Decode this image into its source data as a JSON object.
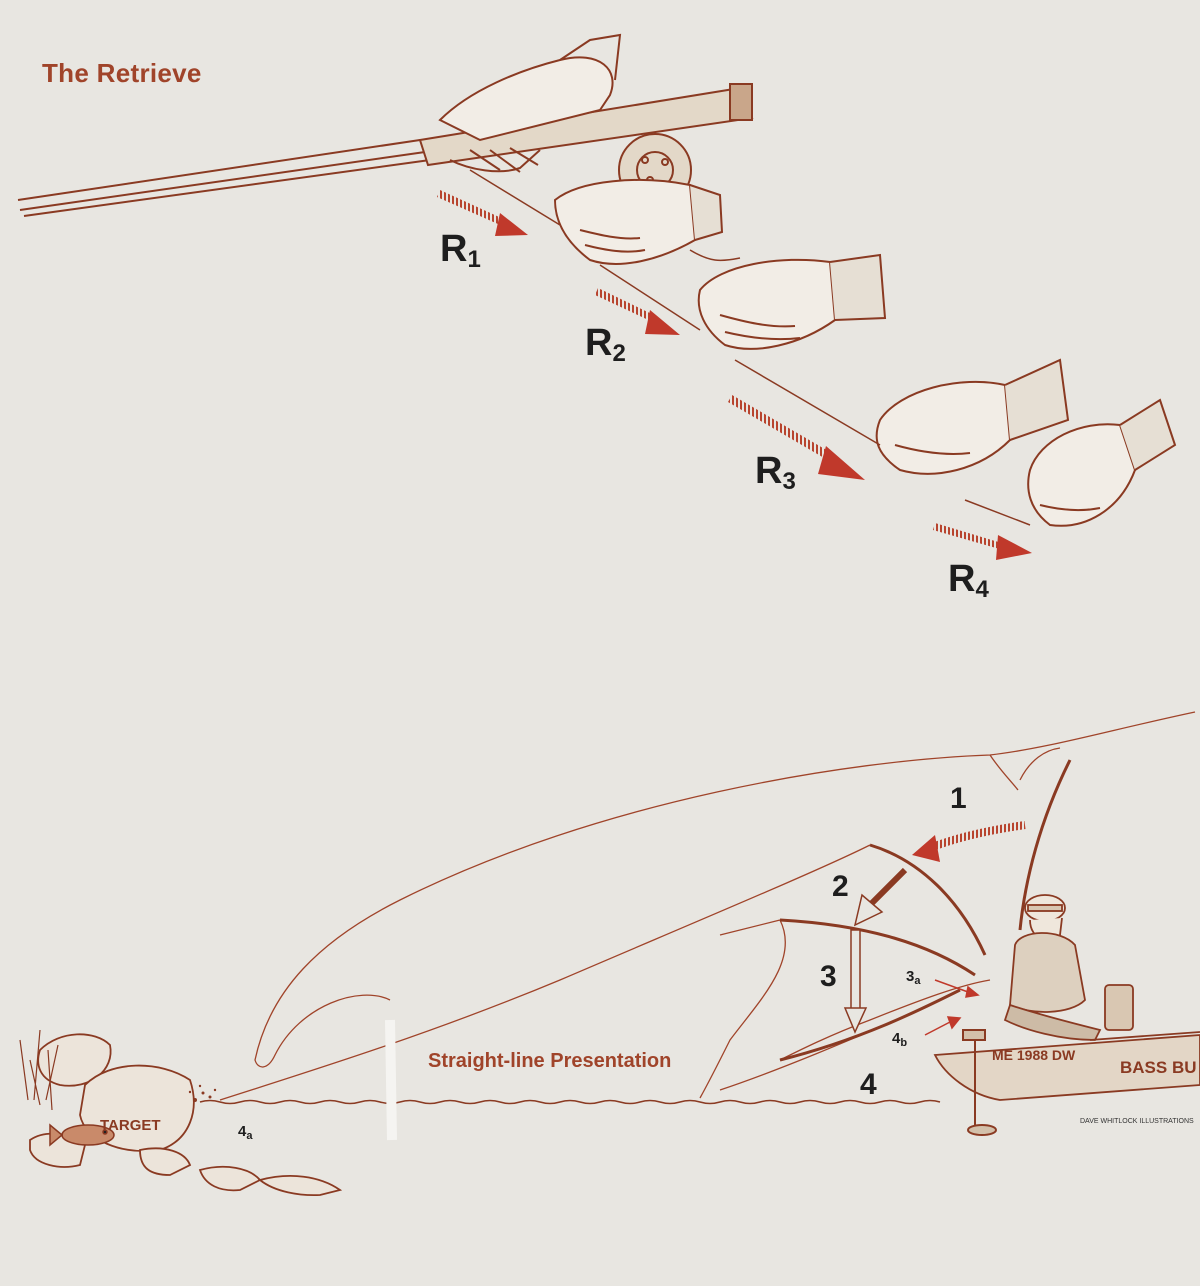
{
  "retrieve": {
    "title": "The Retrieve",
    "steps": [
      {
        "letter": "R",
        "sub": "1"
      },
      {
        "letter": "R",
        "sub": "2"
      },
      {
        "letter": "R",
        "sub": "3"
      },
      {
        "letter": "R",
        "sub": "4"
      }
    ]
  },
  "presentation": {
    "title": "Straight-line Presentation",
    "target_label": "TARGET",
    "steps": [
      "1",
      "2",
      "3",
      "4"
    ],
    "sub_steps": {
      "s3a": {
        "num": "3",
        "sub": "a"
      },
      "s4a": {
        "num": "4",
        "sub": "a"
      },
      "s4b": {
        "num": "4",
        "sub": "b"
      }
    },
    "boat_registration": "ME 1988 DW",
    "boat_name": "BASS BU",
    "credit": "DAVE WHITLOCK ILLUSTRATIONS"
  },
  "colors": {
    "ink": "#a0442a",
    "arrow": "#c0392b",
    "text": "#1e1e1e",
    "background": "#e8e6e1"
  }
}
